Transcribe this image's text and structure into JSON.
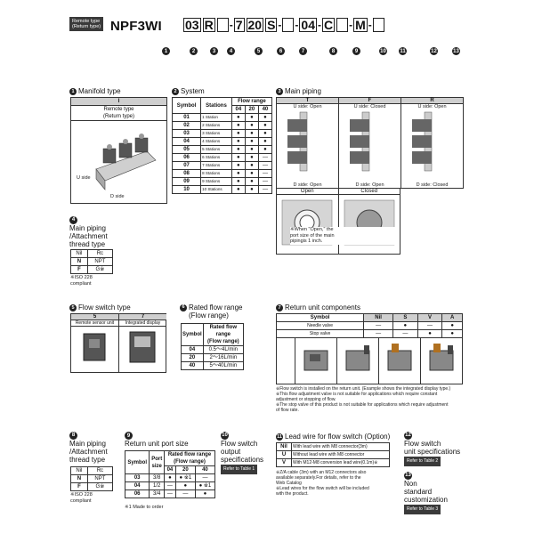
{
  "header": {
    "badge_line1": "Remote type",
    "badge_line2": "(Return type)",
    "model": "NPF3WI",
    "code": [
      "03",
      "R",
      "",
      "7",
      "20",
      "S",
      "",
      "04",
      "C",
      "",
      "M",
      ""
    ],
    "numbers": [
      "1",
      "2",
      "3",
      "4",
      "5",
      "6",
      "7",
      "8",
      "9",
      "10",
      "11",
      "12",
      "13"
    ]
  },
  "s1": {
    "num": "1",
    "title": "Manifold type",
    "head": "I",
    "cell1": "Remote type",
    "cell2": "(Return type)",
    "u_side": "U side",
    "d_side": "D side"
  },
  "s2": {
    "num": "2",
    "title": "System",
    "col_symbol": "Symbol",
    "col_stations": "Stations",
    "col_flow": "Flow range",
    "flows": [
      "04",
      "20",
      "40"
    ],
    "rows": [
      {
        "sym": "01",
        "st": "1 Station",
        "v": [
          "●",
          "●",
          "●"
        ]
      },
      {
        "sym": "02",
        "st": "2 Stations",
        "v": [
          "●",
          "●",
          "●"
        ]
      },
      {
        "sym": "03",
        "st": "3 Stations",
        "v": [
          "●",
          "●",
          "●"
        ]
      },
      {
        "sym": "04",
        "st": "4 Stations",
        "v": [
          "●",
          "●",
          "●"
        ]
      },
      {
        "sym": "05",
        "st": "5 Stations",
        "v": [
          "●",
          "●",
          "●"
        ]
      },
      {
        "sym": "06",
        "st": "6 Stations",
        "v": [
          "●",
          "●",
          "—"
        ]
      },
      {
        "sym": "07",
        "st": "7 Stations",
        "v": [
          "●",
          "●",
          "—"
        ]
      },
      {
        "sym": "08",
        "st": "8 Stations",
        "v": [
          "●",
          "●",
          "—"
        ]
      },
      {
        "sym": "09",
        "st": "9 Stations",
        "v": [
          "●",
          "●",
          "—"
        ]
      },
      {
        "sym": "10",
        "st": "10 Stations",
        "v": [
          "●",
          "●",
          "—"
        ]
      }
    ]
  },
  "s3": {
    "num": "3",
    "title": "Main piping",
    "cols": [
      {
        "h": "T",
        "top": "U side: Open",
        "bot": "D side: Open"
      },
      {
        "h": "F",
        "top": "U side: Closed",
        "bot": "D side: Open"
      },
      {
        "h": "R",
        "top": "U side: Open",
        "bot": "D side: Closed"
      }
    ],
    "open": "Open",
    "closed": "Closed",
    "note1": "※When \"Open,\" the",
    "note2": "port size of the main",
    "note3": "pipingis 1 inch."
  },
  "s4": {
    "num": "4",
    "t1": "Main piping",
    "t2": "/Attachment",
    "t3": "thread type",
    "rows": [
      [
        "Nil",
        "Rc"
      ],
      [
        "N",
        "NPT"
      ],
      [
        "F",
        "G※"
      ]
    ],
    "note1": "※ISO 228",
    "note2": "compliant"
  },
  "s5": {
    "num": "5",
    "title": "Flow switch type",
    "cols": [
      {
        "h": "5",
        "c": "Remote sensor unit"
      },
      {
        "h": "7",
        "c": "Integrated display"
      }
    ]
  },
  "s6": {
    "num": "6",
    "t1": "Rated flow range",
    "t2": "(Flow range)",
    "col_symbol": "Symbol",
    "col_rated1": "Rated flow range",
    "col_rated2": "(Flow range)",
    "rows": [
      [
        "04",
        "0.5～4L/min"
      ],
      [
        "20",
        "2～16L/min"
      ],
      [
        "40",
        "5～40L/min"
      ]
    ]
  },
  "s7": {
    "num": "7",
    "title": "Return unit components",
    "cols": [
      "Symbol",
      "Nil",
      "S",
      "V",
      "A"
    ],
    "rows": [
      {
        "label": "Needle valve",
        "v": [
          "—",
          "●",
          "—",
          "●"
        ]
      },
      {
        "label": "Stop valve",
        "v": [
          "—",
          "—",
          "●",
          "●"
        ]
      }
    ],
    "notes": [
      "※Flow switch is installed on the return unit. (Example shows the integrated display type.)",
      "※This flow adjustment valve is not suitable for applications which require constant",
      "   adjustment or stopping of flow.",
      "※The stop valve of this product is not suitable for applications which require adjustment",
      "   of flow rate."
    ]
  },
  "s8": {
    "num": "8",
    "t1": "Main piping",
    "t2": "/Attachment",
    "t3": "thread type",
    "rows": [
      [
        "Nil",
        "Rc"
      ],
      [
        "N",
        "NPT"
      ],
      [
        "F",
        "G※"
      ]
    ],
    "note1": "※ISO 228",
    "note2": "compliant"
  },
  "s9": {
    "num": "9",
    "title": "Return unit port size",
    "col_symbol": "Symbol",
    "col_port1": "Port",
    "col_port2": "size",
    "col_rated1": "Rated flow range",
    "col_rated2": "(Flow range)",
    "flows": [
      "04",
      "20",
      "40"
    ],
    "rows": [
      {
        "sym": "03",
        "size": "3/8",
        "v": [
          "●",
          "● ※1",
          "—"
        ]
      },
      {
        "sym": "04",
        "size": "1/2",
        "v": [
          "—",
          "●",
          "● ※1"
        ]
      },
      {
        "sym": "06",
        "size": "3/4",
        "v": [
          "—",
          "—",
          "●"
        ]
      }
    ],
    "note": "※1 Made to order"
  },
  "s10": {
    "num": "10",
    "t1": "Flow switch",
    "t2": "output",
    "t3": "specifications",
    "ref": "Refer to Table 1"
  },
  "s11": {
    "num": "11",
    "title": "Lead wire for flow switch (Option)",
    "rows": [
      [
        "Nil",
        "With lead wire with M8 connector(3m)"
      ],
      [
        "U",
        "Without lead wire with M8 connector"
      ],
      [
        "V",
        "With M12-M8 conversion lead wire(0.1m)※"
      ]
    ],
    "notes": [
      "※Z/A cable (3m) with an M12 connectors also",
      "  available separately.For details, refer to the",
      "  Web Catalog",
      "※Lead wires for the flow switch will be included",
      "  with the product."
    ]
  },
  "s12": {
    "num": "12",
    "t1": "Flow switch",
    "t2": "unit specifications",
    "ref": "Refer to Table 2"
  },
  "s13": {
    "num": "13",
    "t1": "Non",
    "t2": "standard",
    "t3": "customization",
    "ref": "Refer to Table 3"
  }
}
